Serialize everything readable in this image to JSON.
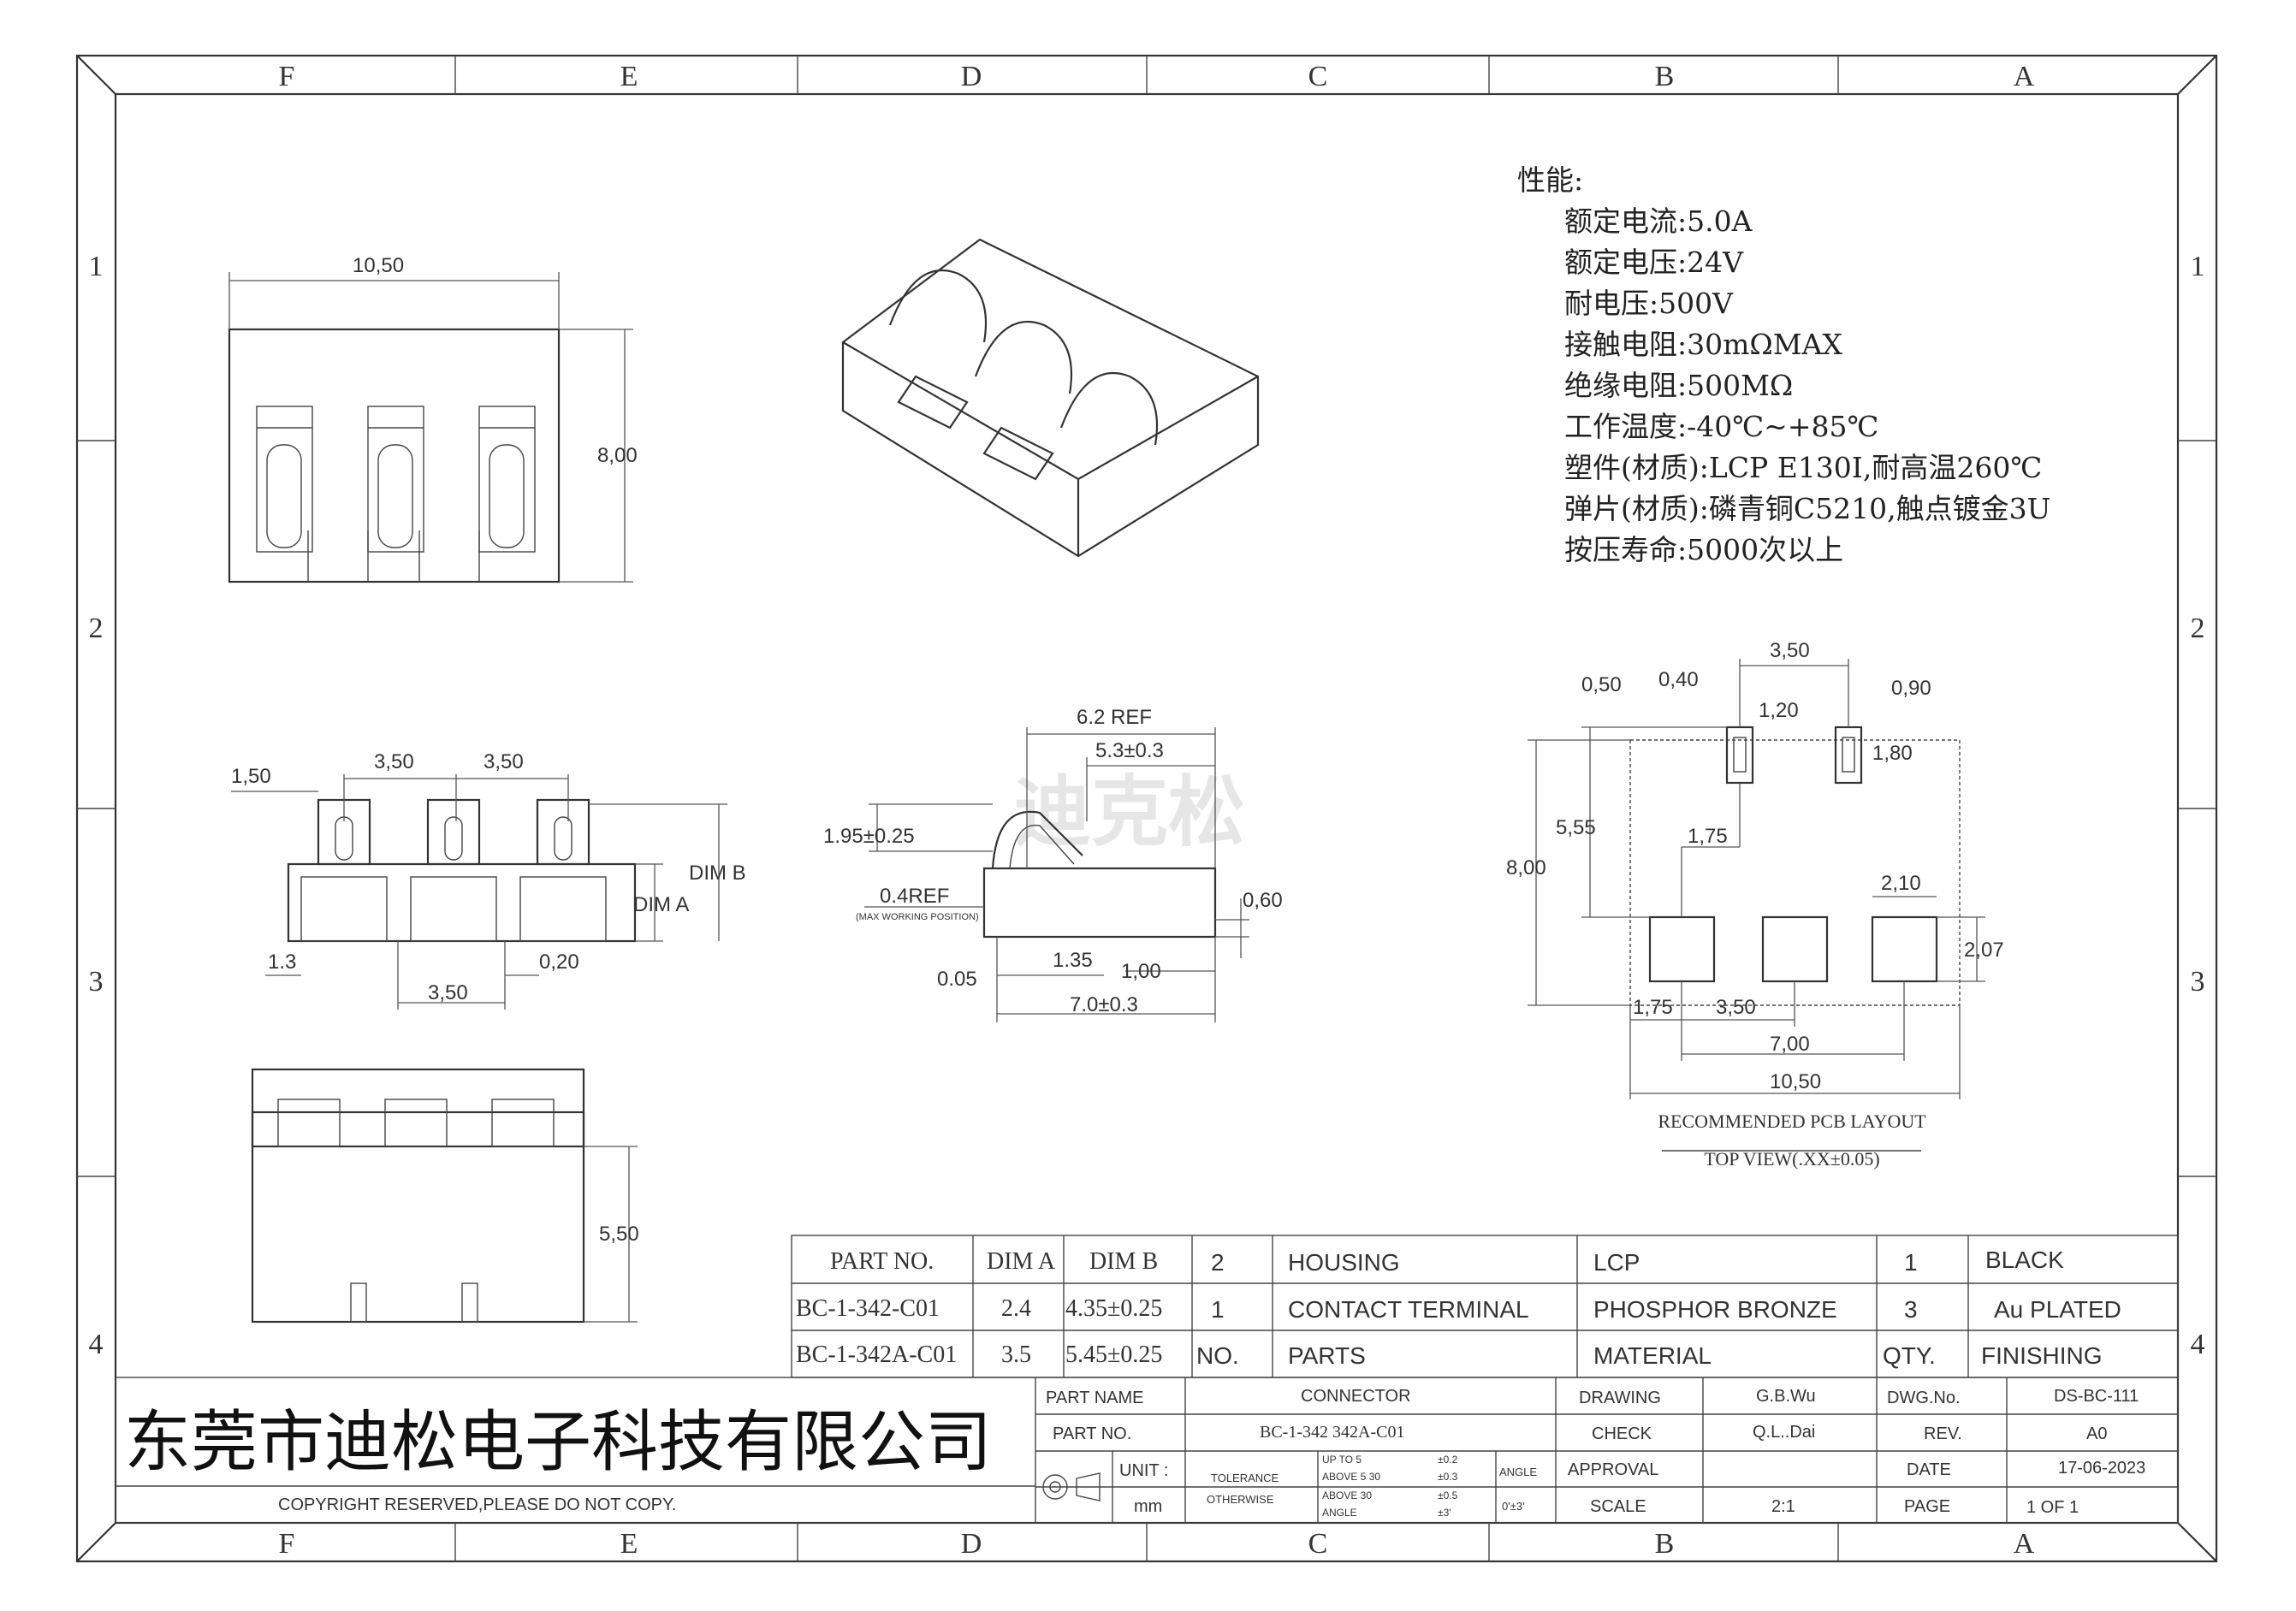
{
  "frame": {
    "columns": [
      "F",
      "E",
      "D",
      "C",
      "B",
      "A"
    ],
    "rows": [
      "1",
      "2",
      "3",
      "4"
    ]
  },
  "specs": {
    "title": "性能:",
    "lines": [
      "额定电流:5.0A",
      "额定电压:24V",
      "耐电压:500V",
      "接触电阻:30mΩMAX",
      "绝缘电阻:500MΩ",
      "工作温度:-40℃~+85℃",
      "塑件(材质):LCP E130I,耐高温260℃",
      "弹片(材质):磷青铜C5210,触点镀金3U",
      "按压寿命:5000次以上"
    ]
  },
  "views": {
    "top": {
      "width": "10,50",
      "height": "8,00"
    },
    "front": {
      "pitch1": "3,50",
      "pitch2": "3,50",
      "left": "1,50",
      "dim_a": "DIM A",
      "dim_b": "DIM B",
      "edge": "1.3",
      "pitch3": "3,50",
      "tail": "0,20"
    },
    "side": {
      "ref": "6.2 REF",
      "w1": "5.3±0.3",
      "h1": "1.95±0.25",
      "ref2": "0.4REF",
      "note": "(MAX WORKING POSITION)",
      "t1": "0,60",
      "b1": "0.05",
      "b2": "1.35",
      "b3": "1,00",
      "b4": "7.0±0.3"
    },
    "bottom": {
      "height": "5,50"
    },
    "pcb": {
      "d1": "3,50",
      "d2": "0,50",
      "d3": "0,40",
      "d4": "0,90",
      "d5": "1,20",
      "d6": "1,80",
      "d7": "5,55",
      "d8": "8,00",
      "d9": "1,75",
      "d10": "2,10",
      "d11": "2,07",
      "d12": "1,75",
      "d13": "3,50",
      "d14": "7,00",
      "d15": "10,50",
      "caption1": "RECOMMENDED PCB LAYOUT",
      "caption2": "TOP VIEW(.XX±0.05)"
    }
  },
  "watermark": "迪克松",
  "part_table": {
    "headers": [
      "PART NO.",
      "DIM A",
      "DIM B"
    ],
    "rows": [
      [
        "BC-1-342-C01",
        "2.4",
        "4.35±0.25"
      ],
      [
        "BC-1-342A-C01",
        "3.5",
        "5.45±0.25"
      ]
    ]
  },
  "bom": {
    "rows": [
      [
        "2",
        "HOUSING",
        "LCP",
        "1",
        "BLACK"
      ],
      [
        "1",
        "CONTACT TERMINAL",
        "PHOSPHOR BRONZE",
        "3",
        "Au PLATED"
      ],
      [
        "NO.",
        "PARTS",
        "MATERIAL",
        "QTY.",
        "FINISHING"
      ]
    ]
  },
  "title_block": {
    "company": "东莞市迪松电子科技有限公司",
    "copyright": "COPYRIGHT RESERVED,PLEASE DO NOT COPY.",
    "part_name_label": "PART NAME",
    "part_name": "CONNECTOR",
    "part_no_label": "PART NO.",
    "part_no": "BC-1-342 342A-C01",
    "unit_label": "UNIT :",
    "unit": "mm",
    "tolerance_label": "TOLERANCE",
    "otherwise_label": "OTHERWISE",
    "tol_lines": [
      [
        "UP TO 5",
        "±0.2"
      ],
      [
        "ABOVE 5 30",
        "±0.3"
      ],
      [
        "ABOVE 30",
        "±0.5"
      ],
      [
        "ANGLE",
        "±3'"
      ]
    ],
    "angle_label": "ANGLE",
    "angle_value": "0'±3'",
    "drawing_label": "DRAWING",
    "drawing": "G.B.Wu",
    "check_label": "CHECK",
    "check": "Q.L..Dai",
    "approval_label": "APPROVAL",
    "approval": "",
    "scale_label": "SCALE",
    "scale": "2:1",
    "dwg_label": "DWG.No.",
    "dwg": "DS-BC-111",
    "rev_label": "REV.",
    "rev": "A0",
    "date_label": "DATE",
    "date": "17-06-2023",
    "page_label": "PAGE",
    "page": "1 OF 1"
  }
}
